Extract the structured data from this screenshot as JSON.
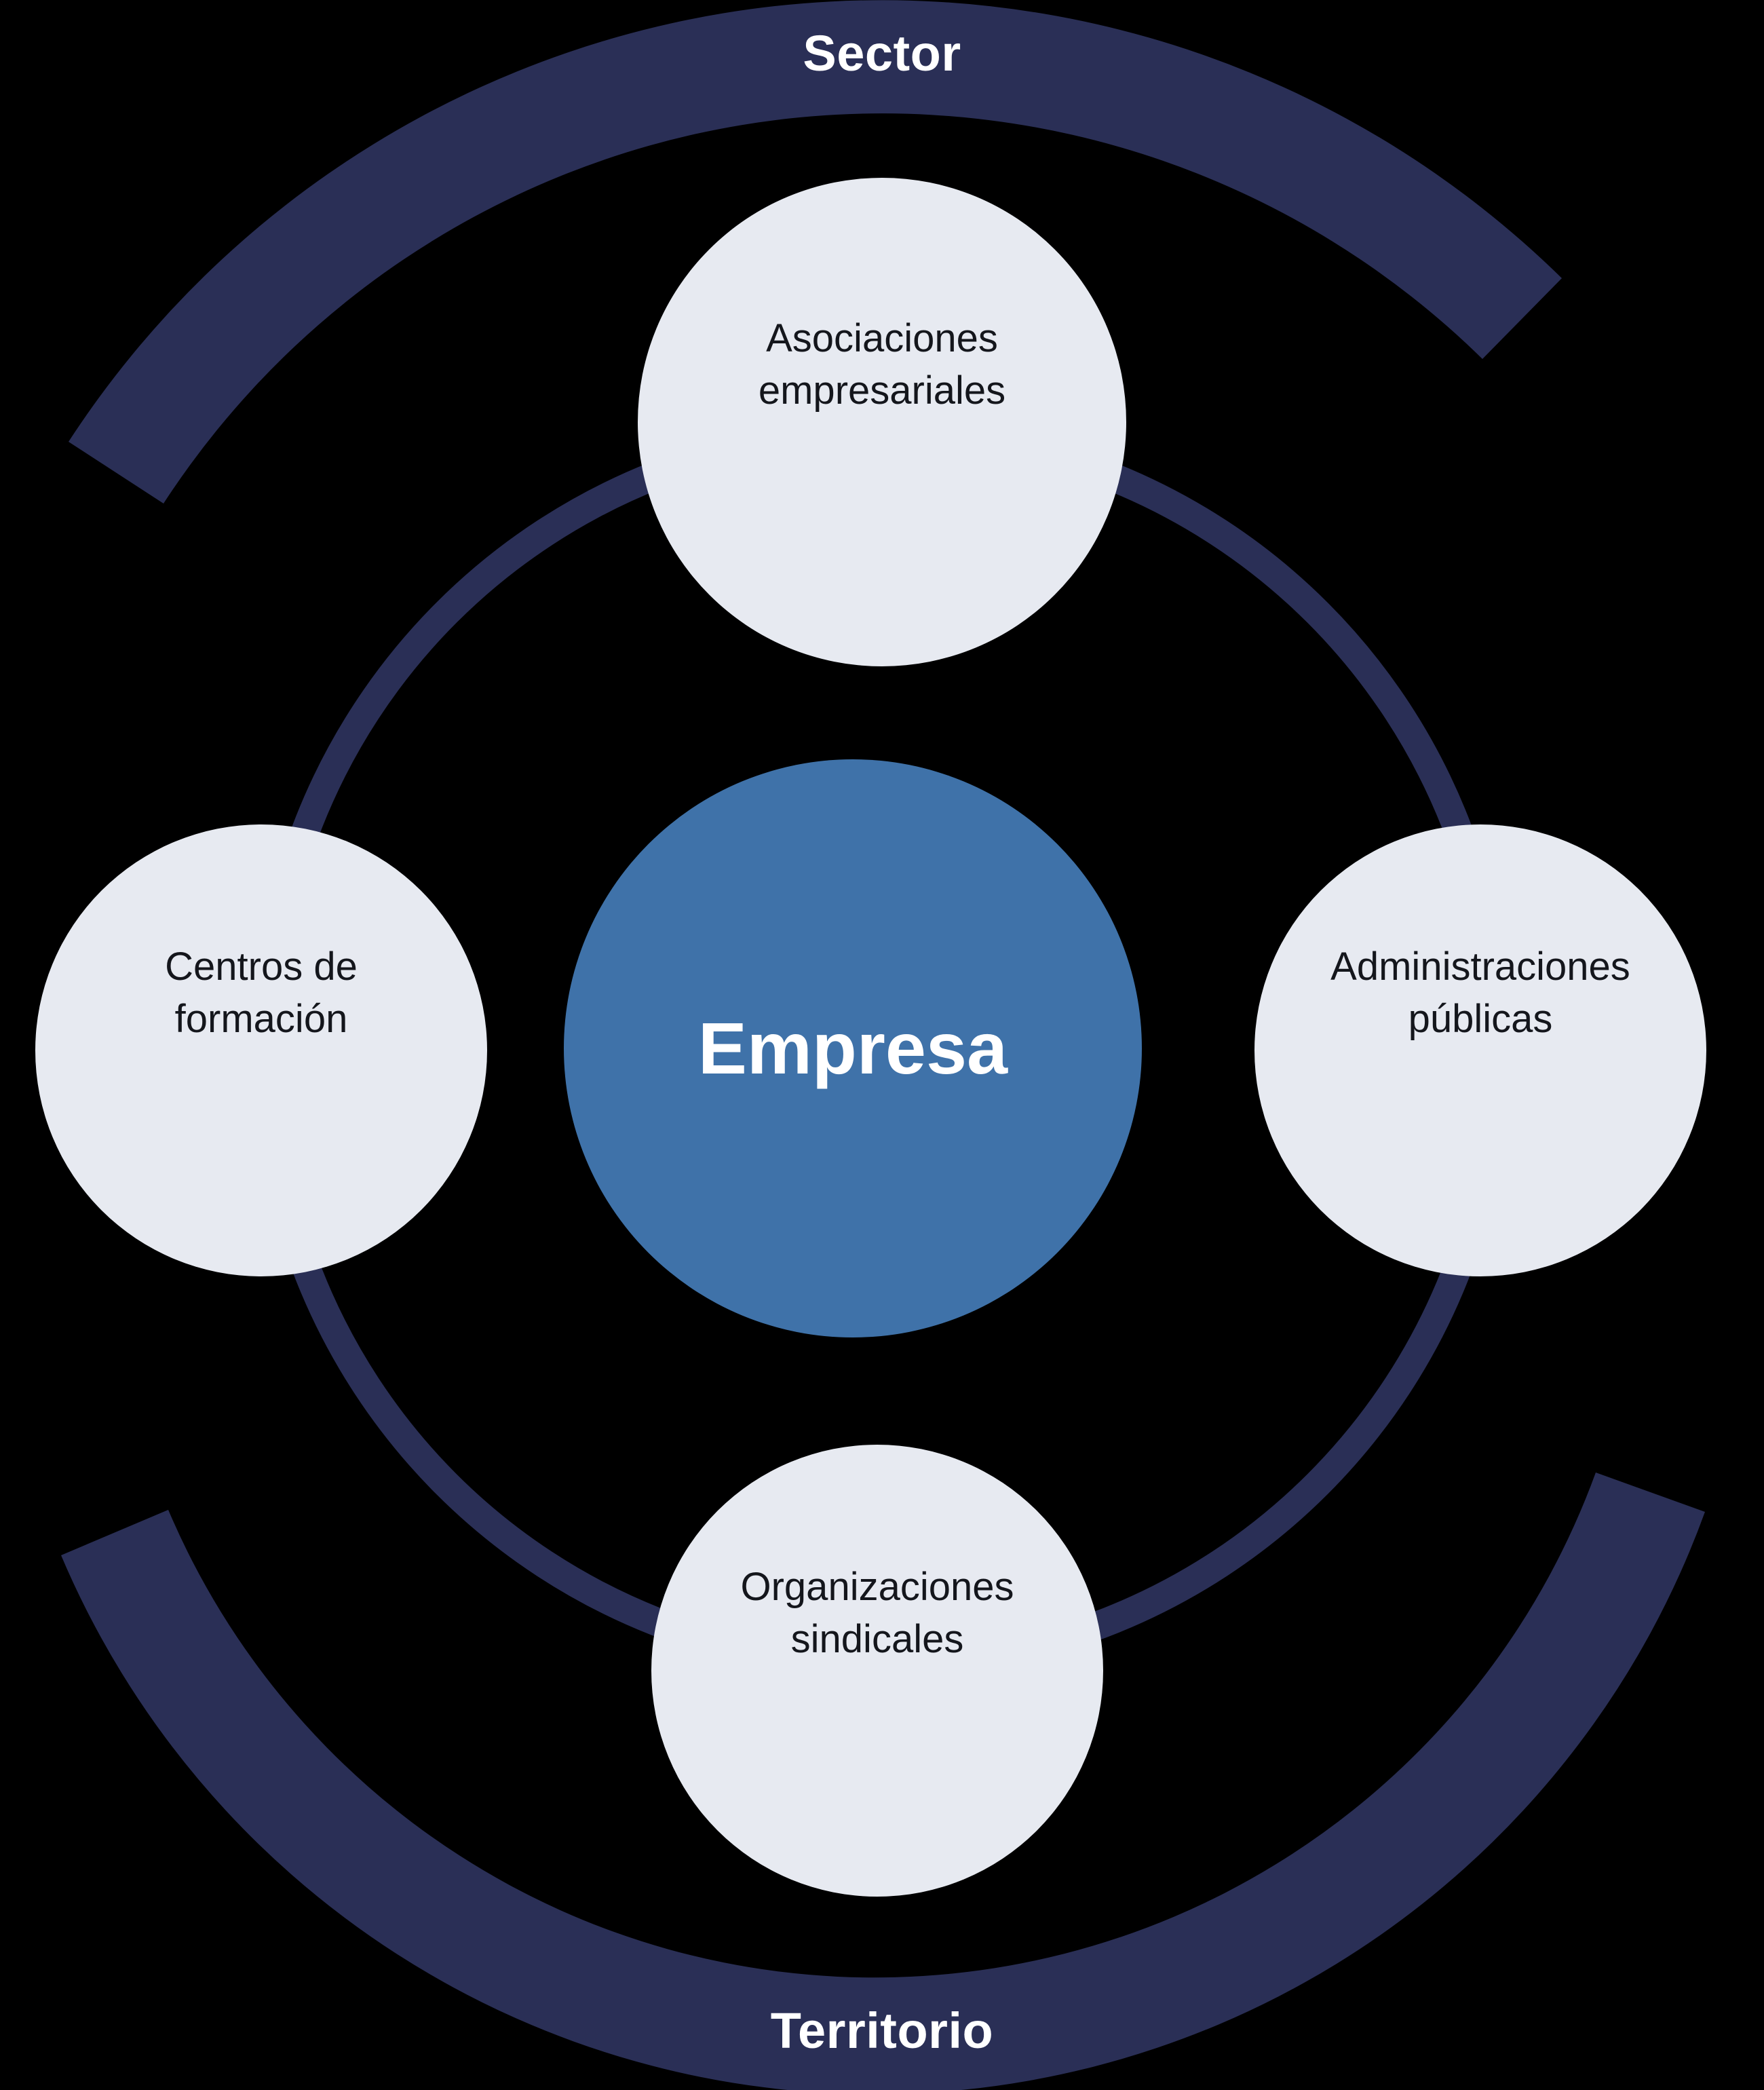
{
  "colors": {
    "background": "#000000",
    "arc_navy": "#2A2F56",
    "center_blue": "#3F72A9",
    "satellite_fill": "#E7EAF1",
    "satellite_text": "#14161C",
    "light_text": "#FFFFFF"
  },
  "arcs": {
    "top_label": "Sector",
    "bottom_label": "Territorio"
  },
  "center": {
    "label": "Empresa"
  },
  "satellites": [
    {
      "position": "top",
      "line1": "Asociaciones",
      "line2": "empresariales"
    },
    {
      "position": "right",
      "line1": "Administraciones",
      "line2": "públicas"
    },
    {
      "position": "bottom",
      "line1": "Organizaciones",
      "line2": "sindicales"
    },
    {
      "position": "left",
      "line1": "Centros de",
      "line2": "formación"
    }
  ]
}
